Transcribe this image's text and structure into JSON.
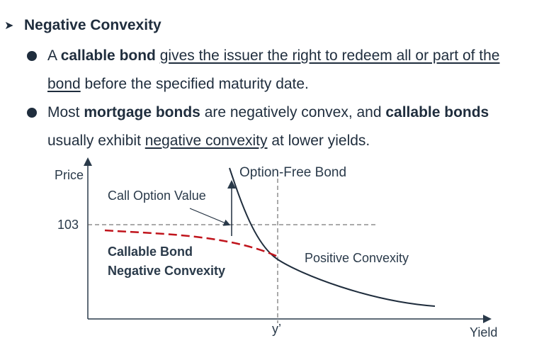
{
  "heading": "Negative Convexity",
  "bullets": [
    {
      "parts": [
        {
          "t": "A ",
          "s": ""
        },
        {
          "t": "callable bond",
          "s": "b"
        },
        {
          "t": " ",
          "s": ""
        },
        {
          "t": "gives the issuer the right to redeem all or part of the",
          "s": "u"
        }
      ],
      "line2": [
        {
          "t": "bond",
          "s": "u"
        },
        {
          "t": " before the specified maturity date.",
          "s": ""
        }
      ]
    },
    {
      "parts": [
        {
          "t": "Most ",
          "s": ""
        },
        {
          "t": "mortgage bonds",
          "s": "b"
        },
        {
          "t": " are negatively convex, and ",
          "s": ""
        },
        {
          "t": "callable bonds",
          "s": "b"
        }
      ],
      "line2": [
        {
          "t": "usually exhibit ",
          "s": ""
        },
        {
          "t": "negative convexity",
          "s": "u"
        },
        {
          "t": " at lower yields.",
          "s": ""
        }
      ]
    }
  ],
  "chart": {
    "y_axis_label": "Price",
    "x_axis_label": "Yield",
    "price_level_label": "103",
    "yield_tick_label": "y’",
    "labels": {
      "option_free": "Option-Free Bond",
      "call_option_value": "Call Option Value",
      "callable_bond": "Callable Bond",
      "negative_convexity": "Negative Convexity",
      "positive_convexity": "Positive Convexity"
    },
    "colors": {
      "curve": "#1f2d3d",
      "callable_curve": "#c0141c",
      "axis": "#2a3a4a",
      "guide": "#555555"
    }
  }
}
